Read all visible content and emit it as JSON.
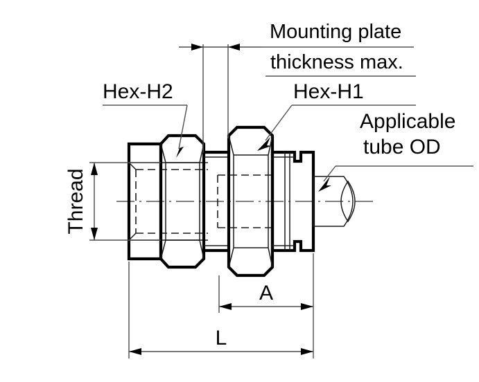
{
  "drawing": {
    "type": "engineering-cross-section",
    "subject": "bulkhead tube fitting with hex nuts and threaded body",
    "background_color": "#ffffff",
    "line_color": "#000000",
    "thin_line_color": "#4d4d4d",
    "labels": {
      "mounting_plate_line1": "Mounting plate",
      "mounting_plate_line2": "thickness max.",
      "hex_h1": "Hex-H1",
      "hex_h2": "Hex-H2",
      "applicable_tube_line1": "Applicable",
      "applicable_tube_line2": "tube OD",
      "thread": "Thread"
    },
    "dimensions": {
      "overall_length": "L",
      "hex_to_end": "A",
      "thread_diameter": "Thread",
      "plate_thickness": "Mounting plate thickness max."
    },
    "dimension_list": [
      {
        "name": "L",
        "kind": "horizontal",
        "meaning": "overall length"
      },
      {
        "name": "A",
        "kind": "horizontal",
        "meaning": "hex face to tube end"
      },
      {
        "name": "Thread",
        "kind": "vertical",
        "meaning": "thread size across body"
      },
      {
        "name": "Mounting plate thickness max.",
        "kind": "horizontal",
        "meaning": "maximum panel thickness"
      }
    ],
    "callouts": [
      {
        "name": "Hex-H1",
        "points_to": "right hexagon nut"
      },
      {
        "name": "Hex-H2",
        "points_to": "left hexagon nut"
      },
      {
        "name": "Applicable tube OD",
        "points_to": "tube stub at right end"
      }
    ]
  }
}
